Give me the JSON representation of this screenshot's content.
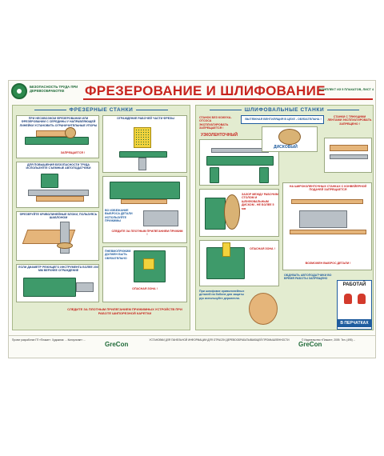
{
  "header": {
    "org": "БЕЗОПАСНОСТЬ ТРУДА ПРИ ДЕРЕВООБРАБОТКЕ",
    "title": "ФРЕЗЕРОВАНИЕ И ШЛИФОВАНИЕ",
    "sheet": "КОМПЛЕКТ ИЗ 5 ПЛАКАТОВ, ЛИСТ 4"
  },
  "left": {
    "title": "ФРЕЗЕРНЫЕ СТАНКИ",
    "n1": "ПРИ НЕСКВОЗНОМ ФРЕЗЕРОВАНИИ ИЛИ ФРЕЗЕРОВАНИИ С СЕРЕДИНЫ У НАПРАВЛЯЮЩЕЙ ЛИНЕЙКИ УСТАНОВИТЬ ОГРАНИЧИТЕЛЬНЫЕ УПОРЫ",
    "n2": "ОГРАЖДЕНИЕ РАБОЧЕЙ ЧАСТИ ФРЕЗЫ",
    "n3": "ЗАПРЕЩАЕТСЯ !",
    "n4": "ДЛЯ ПОВЫШЕНИЯ БЕЗОПАСНОСТИ ТРУДА ИСПОЛЬЗУЙТЕ СЪЕМНЫЕ АВТОПОДАТЧИКИ",
    "n5": "ВО ИЗБЕЖАНИЕ ВЫБРОСА ДЕТАЛИ ИСПОЛЬЗУЙТЕ ПРИЖИМЫ",
    "n6": "СЛЕДИТЕ ЗА ПЛОТНЫМ ПРИЛЕГАНИЕМ ПРИЖИМ !",
    "n7": "ФРЕЗЕРУЙТЕ КРИВОЛИНЕЙНЫЕ БЛОКИ, ПОЛЬЗУЯСЬ ШАБЛОНОМ",
    "n8": "ОПАСНАЯ ЗОНА !",
    "n9": "ЕСЛИ ДИАМЕТР РЕЖУЩЕГО ИНСТРУМЕНТА БОЛЕЕ 200 ММ ВЕРХНЕЕ ОГРАЖДЕНИЕ",
    "n10": "СЛЕДИТЕ ЗА ПЛОТНЫМ ПРИЛЕГАНИЕМ ПРИЖИМНЫХ УСТРОЙСТВ ПРИ РАБОТЕ ШИПОРЕЗНОЙ КАРЕТКИ",
    "n11": "ПНЕВМОПРИЖИМ ДОЛЖЕН БЫТЬ ОБЯЗАТЕЛЬНО"
  },
  "right": {
    "title": "ШЛИФОВАЛЬНЫЕ СТАНКИ",
    "n1": "СТАНОК БЕЗ КОЖУХА-ОТСОСА ЭКСПЛУАТИРОВАТЬ ЗАПРЕЩАЕТСЯ !",
    "n2": "ВЫТЯЖНАЯ ВЕНТИЛЯЦИЯ В ЦЕХЕ - ОБЯЗАТЕЛЬНА !",
    "n3": "СТАНКИ С ТЯНУЩИМИ ЛЕНТАМИ ЭКСПЛУАТИРОВАТЬ ЗАПРЕЩЕНО !",
    "n4": "УЗКОЛЕНТОЧНЫЙ",
    "n5": "ДИСКОВЫЙ",
    "n6": "ЗАЗОР МЕЖДУ РАБОЧИМ СТОЛОМ И ШЛИФОВАЛЬНЫМ ДИСКОМ - НЕ БОЛЕЕ 5 мм",
    "n7": "НА ШИРОКОЛЕНТОЧНЫХ СТАНКАХ С КОНВЕЙЕРНОЙ ПОДАЧЕЙ ЗАПРЕЩАЕТСЯ",
    "n8": "ОПАСНАЯ ЗОНА !",
    "n9": "ВОЗМОЖЕН ВЫБРОС ДЕТАЛИ !",
    "n10": "При шлифовке криволинейных деталей на бобине для защиты рук используйте держатели.",
    "n11": "ОБДУВАТЬ АВТОПОДАТЧИКИ ВО ВРЕМЯ РАБОТЫ ЗАПРЕЩЕНО",
    "sign_top": "РАБОТАЙ",
    "sign_bottom": "В ПЕРЧАТКАХ"
  },
  "footer": {
    "left": "Проект разработан ГП «Плакат». Художник: ... Консультант: ...",
    "brand_left": "GreCon",
    "mid": "УСТАНОВКИ ДЛЯ ПАНЕЛЬНОЙ ИНФОРМАЦИИ ДЛЯ ОТРАСЛИ ДЕРЕВООБРАБАТЫВАЮЩЕЙ ПРОМЫШЛЕННОСТИ",
    "brand_right": "GreCon",
    "right": "© Издательство «Плакат», 2009. Тел. (495) ..."
  },
  "colors": {
    "title": "#c8251f",
    "accent": "#1f5c9e",
    "panel": "#e3ecd0",
    "machine": "#3e9a6a"
  }
}
